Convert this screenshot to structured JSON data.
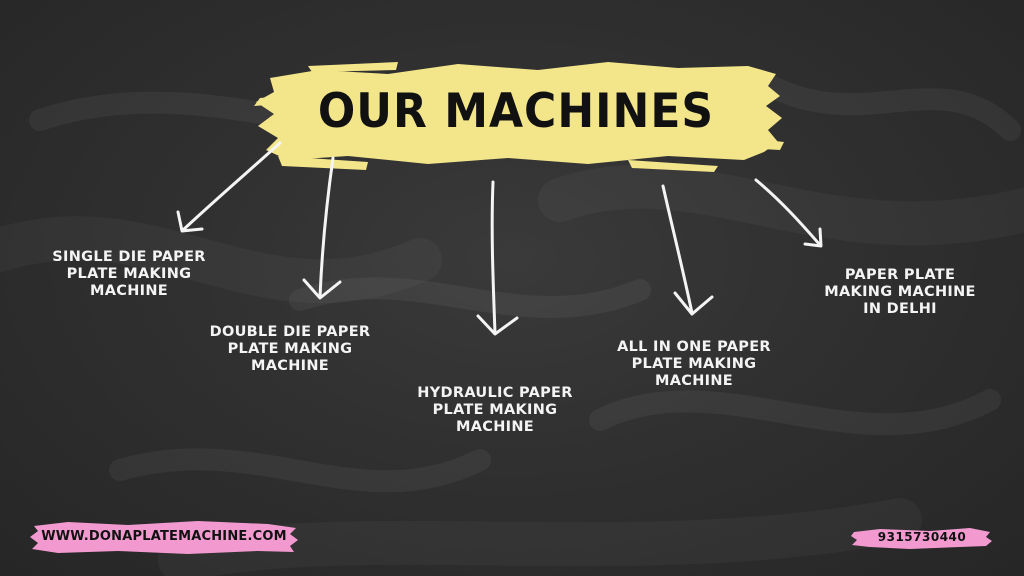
{
  "title": "OUR MACHINES",
  "nodes": [
    {
      "id": "single-die",
      "lines": [
        "SINGLE DIE PAPER",
        "PLATE MAKING",
        "MACHINE"
      ]
    },
    {
      "id": "double-die",
      "lines": [
        "DOUBLE DIE PAPER",
        "PLATE MAKING",
        "MACHINE"
      ]
    },
    {
      "id": "hydraulic",
      "lines": [
        "HYDRAULIC PAPER",
        "PLATE MAKING",
        "MACHINE"
      ]
    },
    {
      "id": "all-in-one",
      "lines": [
        "ALL IN ONE PAPER",
        "PLATE MAKING",
        "MACHINE"
      ]
    },
    {
      "id": "delhi",
      "lines": [
        "PAPER PLATE",
        "MAKING MACHINE",
        "IN DELHI"
      ]
    }
  ],
  "footer": {
    "website": "WWW.DONAPLATEMACHINE.COM",
    "phone": "9315730440"
  },
  "colors": {
    "board": "#2f2f2f",
    "highlight": "#f3e58a",
    "tag": "#f29ad0",
    "chalk": "#f4f4f4",
    "ink": "#111111"
  }
}
